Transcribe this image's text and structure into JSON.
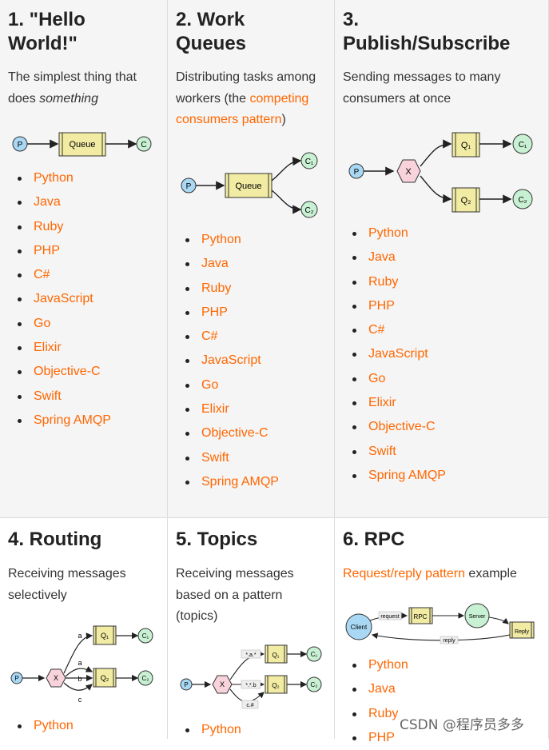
{
  "tutorials": [
    {
      "title_line1": "1. \"Hello",
      "title_line2": "World!\"",
      "desc_prefix": "The simplest thing that does ",
      "desc_em": "something",
      "languages": [
        "Python",
        "Java",
        "Ruby",
        "PHP",
        "C#",
        "JavaScript",
        "Go",
        "Elixir",
        "Objective-C",
        "Swift",
        "Spring AMQP"
      ]
    },
    {
      "title_line1": "2. Work",
      "title_line2": "Queues",
      "desc_prefix": "Distributing tasks among workers (the ",
      "desc_link": "competing consumers pattern",
      "desc_suffix": ")",
      "languages": [
        "Python",
        "Java",
        "Ruby",
        "PHP",
        "C#",
        "JavaScript",
        "Go",
        "Elixir",
        "Objective-C",
        "Swift",
        "Spring AMQP"
      ]
    },
    {
      "title_line1": "3.",
      "title_line2": "Publish/Subscribe",
      "desc": "Sending messages to many consumers at once",
      "languages": [
        "Python",
        "Java",
        "Ruby",
        "PHP",
        "C#",
        "JavaScript",
        "Go",
        "Elixir",
        "Objective-C",
        "Swift",
        "Spring AMQP"
      ]
    },
    {
      "title": "4. Routing",
      "desc": "Receiving messages selectively",
      "languages": [
        "Python"
      ]
    },
    {
      "title": "5. Topics",
      "desc": "Receiving messages based on a pattern (topics)",
      "languages": [
        "Python"
      ]
    },
    {
      "title": "6. RPC",
      "desc_link": "Request/reply pattern",
      "desc_suffix": " example",
      "languages": [
        "Python",
        "Java",
        "Ruby",
        "PHP"
      ]
    }
  ],
  "diagram_labels": {
    "producer": "P",
    "consumer": "C",
    "consumer1": "C₁",
    "consumer2": "C₂",
    "queue": "Queue",
    "exchange": "X",
    "q1": "Q₁",
    "q2": "Q₂",
    "routing_a": "a",
    "routing_b": "b",
    "routing_c": "c",
    "topic_1": "*.a.*",
    "topic_2": "*.*.b",
    "topic_3": "c.#",
    "client": "Client",
    "request": "request",
    "rpc_queue": "RPC",
    "server": "Server",
    "reply_queue": "Reply",
    "reply": "reply"
  },
  "watermark": "CSDN @程序员多多",
  "colors": {
    "link": "#ff6600",
    "producer_fill": "#a9d8f5",
    "consumer_fill": "#c8f0d2",
    "queue_fill": "#f1eba3",
    "exchange_fill": "#f8d3dc",
    "shaded_bg": "#f5f5f5"
  }
}
